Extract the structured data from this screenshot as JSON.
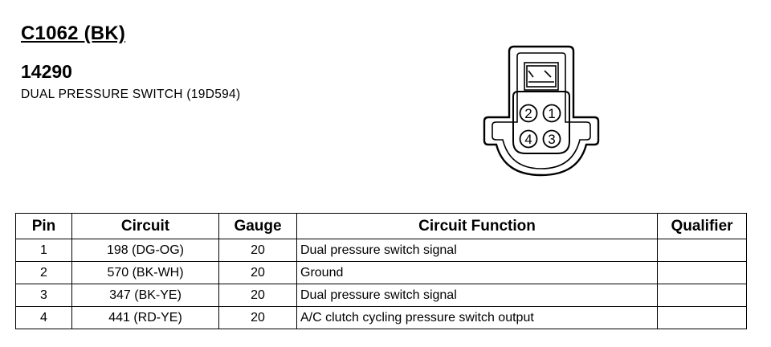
{
  "header": {
    "connector_id": "C1062 (BK)",
    "part_number": "14290",
    "description": "DUAL PRESSURE SWITCH (19D594)"
  },
  "connector_face": {
    "cavities": [
      "2",
      "1",
      "4",
      "3"
    ]
  },
  "pin_table": {
    "columns": [
      "Pin",
      "Circuit",
      "Gauge",
      "Circuit Function",
      "Qualifier"
    ],
    "rows": [
      {
        "pin": "1",
        "circuit": "198 (DG-OG)",
        "gauge": "20",
        "function": "Dual pressure switch signal",
        "qualifier": ""
      },
      {
        "pin": "2",
        "circuit": "570 (BK-WH)",
        "gauge": "20",
        "function": "Ground",
        "qualifier": ""
      },
      {
        "pin": "3",
        "circuit": "347 (BK-YE)",
        "gauge": "20",
        "function": "Dual pressure switch signal",
        "qualifier": ""
      },
      {
        "pin": "4",
        "circuit": "441 (RD-YE)",
        "gauge": "20",
        "function": "A/C clutch cycling pressure switch output",
        "qualifier": ""
      }
    ]
  }
}
